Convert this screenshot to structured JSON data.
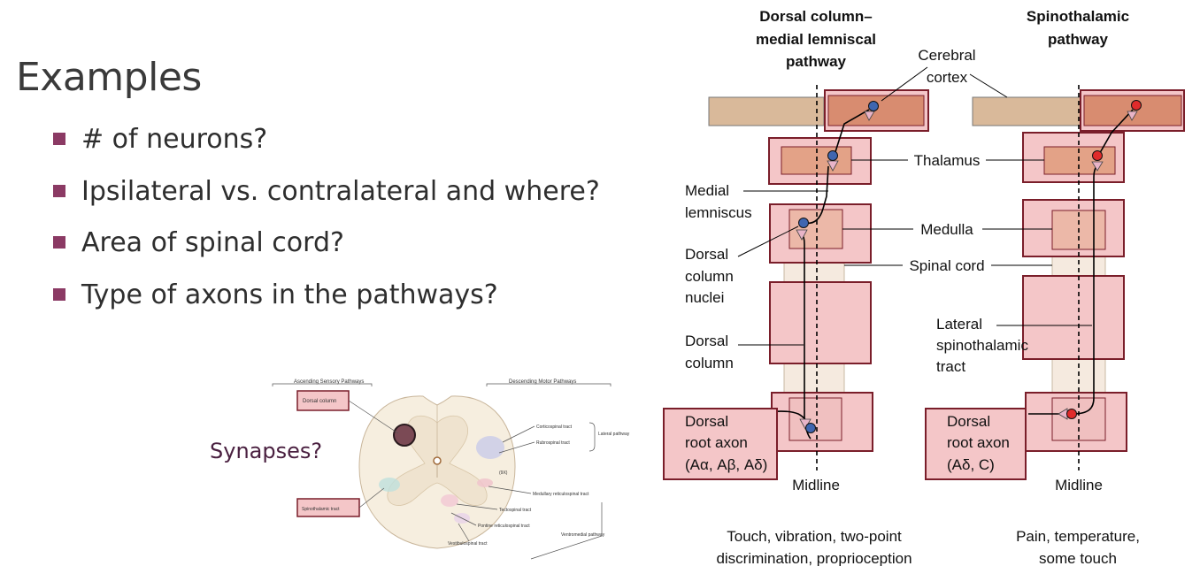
{
  "slide": {
    "title": "Examples",
    "bullets": [
      "# of neurons?",
      "Ipsilateral vs. contralateral and where?",
      "Area of spinal cord?",
      "Type of axons in the pathways?"
    ],
    "note": "Synapses?"
  },
  "cross_section": {
    "heading_left": "Ascending Sensory Pathways",
    "heading_right": "Descending Motor Pathways",
    "box_dorsal": "Dorsal column",
    "box_spinothalamic": "Spinothalamic tract",
    "corticospinal": "Corticospinal tract",
    "rubrospinal": "Rubrospinal tract",
    "lateral_pathway": "Lateral pathway",
    "level": "(9X)",
    "medullary": "Medullary reticulospinal tract",
    "tectospinal": "Tectospinal tract",
    "pontine": "Pontine reticulospinal tract",
    "vestibulospinal": "Vestibulospinal tract",
    "ventromedial": "Ventromedial pathway"
  },
  "diagram": {
    "header_left": [
      "Dorsal column–",
      "medial lemniscal",
      "pathway"
    ],
    "header_right": [
      "Spinothalamic",
      "pathway"
    ],
    "cerebral_cortex": [
      "Cerebral",
      "cortex"
    ],
    "thalamus": "Thalamus",
    "medial_lemniscus": [
      "Medial",
      "lemniscus"
    ],
    "medulla": "Medulla",
    "dorsal_column_nuclei": [
      "Dorsal",
      "column",
      "nuclei"
    ],
    "spinal_cord": "Spinal cord",
    "lateral_spinothalamic": [
      "Lateral",
      "spinothalamic",
      "tract"
    ],
    "dorsal_column": [
      "Dorsal",
      "column"
    ],
    "root_axon_left": [
      "Dorsal",
      "root axon",
      "(Aα, Aβ, Aδ)"
    ],
    "root_axon_right": [
      "Dorsal",
      "root axon",
      "(Aδ, C)"
    ],
    "midline": "Midline",
    "caption_left": [
      "Touch, vibration, two-point",
      "discrimination, proprioception"
    ],
    "caption_right": [
      "Pain, temperature,",
      "some touch"
    ]
  },
  "colors": {
    "bullet_mark": "#8b3a64",
    "box_fill": "#f4c6c8",
    "box_stroke": "#7a1e2a",
    "inner_fill": "#e9a88e",
    "cortex_tan": "#d9b99a",
    "cord_fill": "#f5eadf",
    "neuron_blue": "#3f66b0",
    "neuron_red": "#e02b2b"
  }
}
